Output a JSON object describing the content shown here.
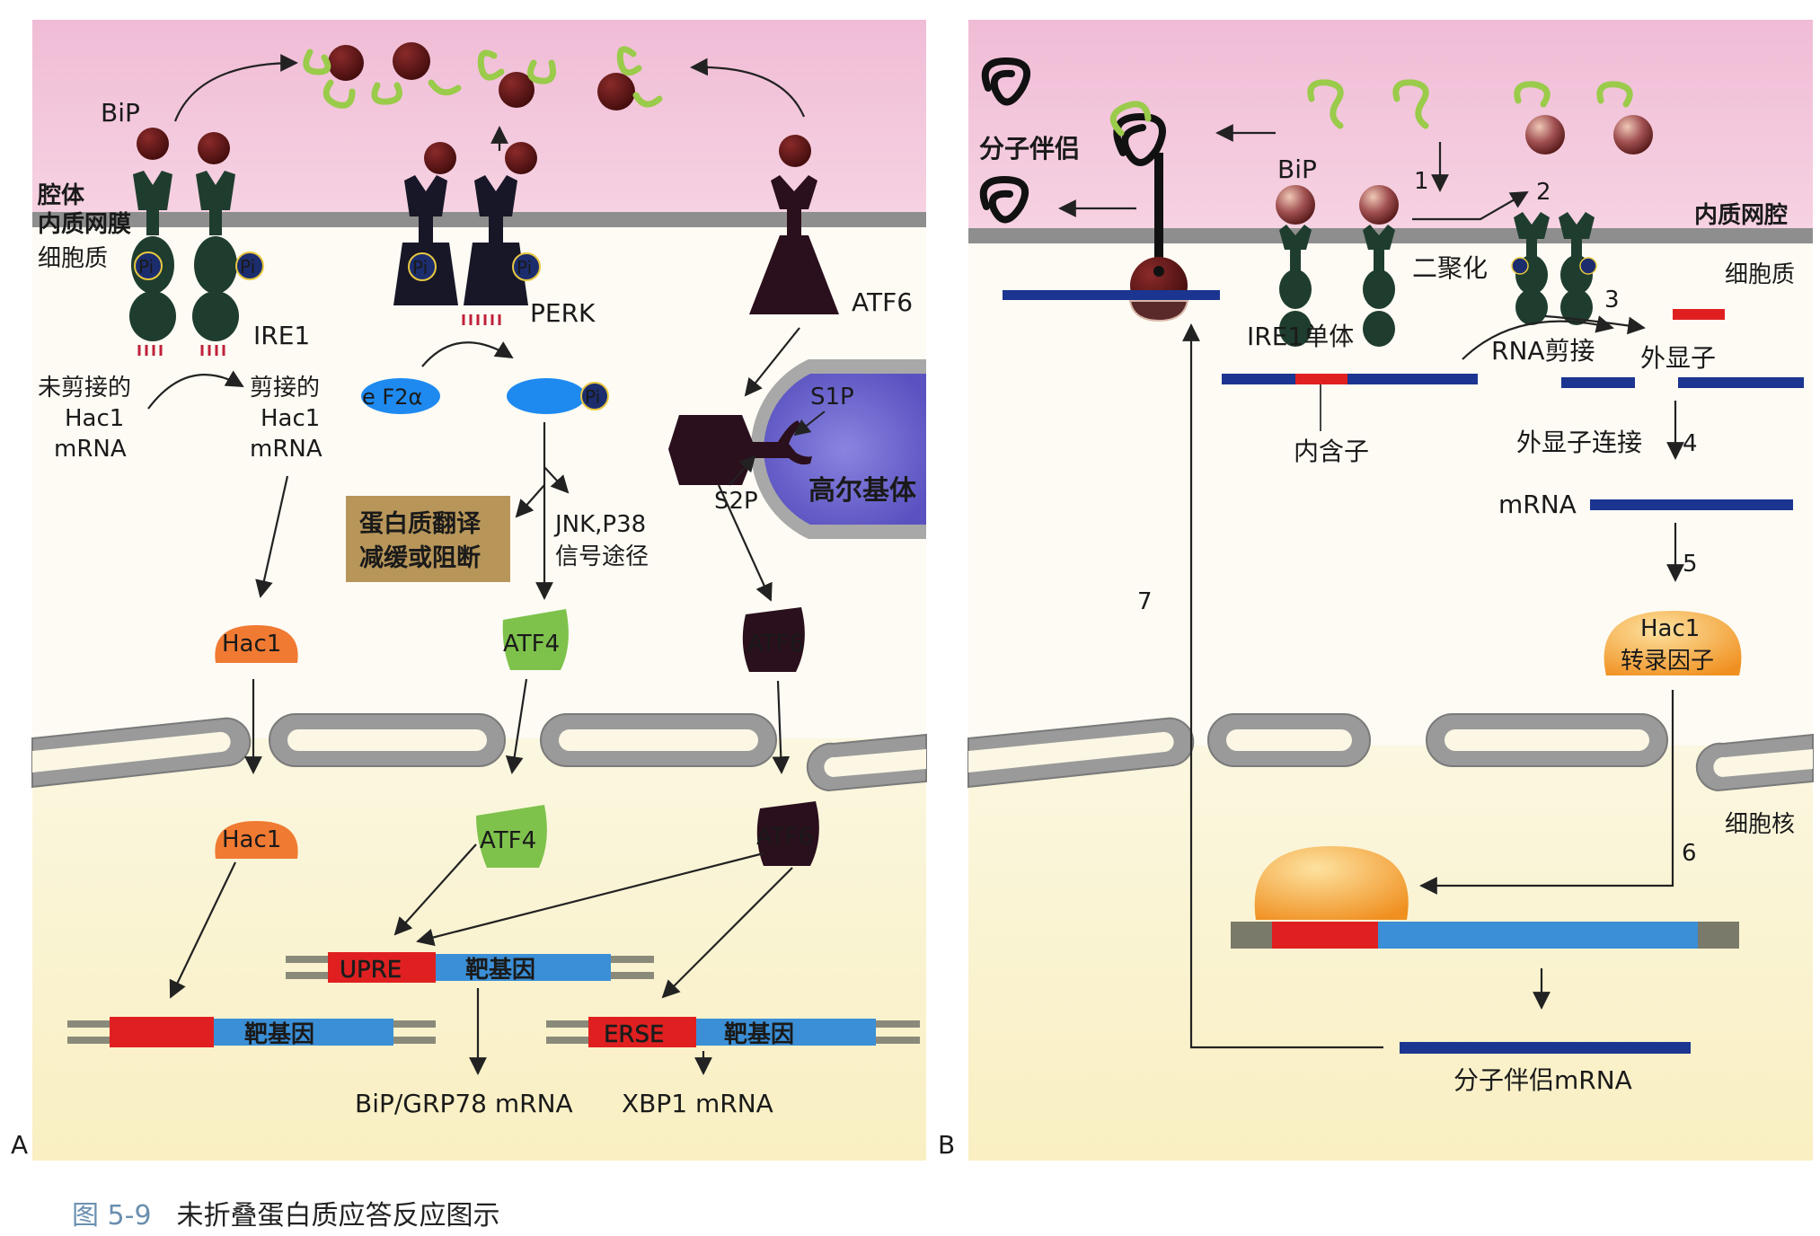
{
  "panelA": {
    "letter": "A",
    "bip": "BiP",
    "lumen": "腔体",
    "er_membrane": "内质网膜",
    "cytoplasm": "细胞质",
    "pi": "Pi",
    "ire1": "IRE1",
    "perk": "PERK",
    "atf6": "ATF6",
    "unspliced": [
      "未剪接的",
      "Hac1",
      "mRNA"
    ],
    "spliced": [
      "剪接的",
      "Hac1",
      "mRNA"
    ],
    "eif2a": "e F2α",
    "s1p": "S1P",
    "s2p": "S2P",
    "golgi": "高尔基体",
    "translation_box": [
      "蛋白质翻译",
      "减缓或阻断"
    ],
    "jnk": [
      "JNK,P38",
      "信号途径"
    ],
    "hac1": "Hac1",
    "atf4": "ATF4",
    "upre": "UPRE",
    "erse": "ERSE",
    "target_gene": "靶基因",
    "bip_mrna": "BiP/GRP78 mRNA",
    "xbp1_mrna": "XBP1 mRNA"
  },
  "panelB": {
    "letter": "B",
    "chaperone": "分子伴侣",
    "bip": "BiP",
    "er_lumen": "内质网腔",
    "cytoplasm": "细胞质",
    "dimerize": "二聚化",
    "ire1_monomer": "IRE1单体",
    "rna_splice": "RNA剪接",
    "exon": "外显子",
    "intron": "内含子",
    "exon_ligation": "外显子连接",
    "mrna": "mRNA",
    "hac1_tf": [
      "Hac1",
      "转录因子"
    ],
    "nucleus": "细胞核",
    "chaperone_mrna": "分子伴侣mRNA",
    "steps": [
      "1",
      "2",
      "3",
      "4",
      "5",
      "6",
      "7"
    ]
  },
  "caption": {
    "number": "图 5-9",
    "text": "未折叠蛋白质应答反应图示"
  },
  "colors": {
    "lumen": "#f3c9dd",
    "cytoplasm": "#fdfbf3",
    "nucleus": "#faf3cf",
    "membrane": "#8c8c8c",
    "receptor": "#1f3d2e",
    "perk": "#171728",
    "atf6": "#2a0f1c",
    "bip": "#5a1212",
    "hac1": "#f07a32",
    "atf4": "#7ec24c",
    "dna_blue": "#3b8fd6",
    "dna_red": "#e02020",
    "dark_blue": "#1b3590"
  }
}
